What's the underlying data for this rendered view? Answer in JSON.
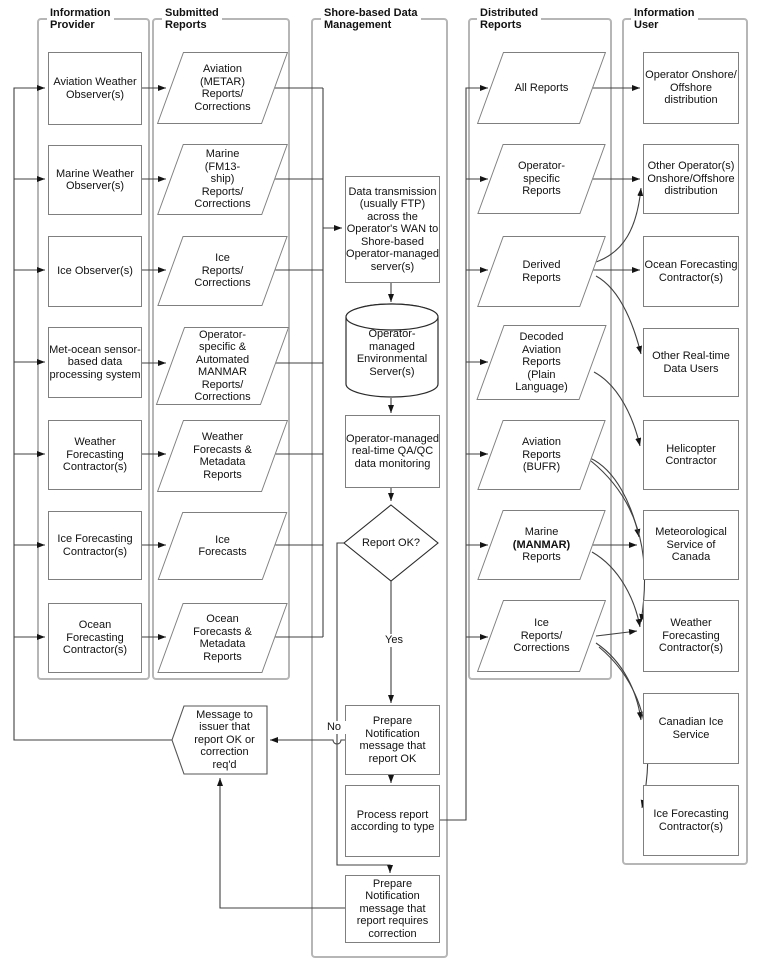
{
  "colors": {
    "line": "#404040",
    "frame_border": "#b6b6b6",
    "node_border": "#7f7f7f",
    "text": "#111111"
  },
  "groups": {
    "provider": "Information\nProvider",
    "submitted": "Submitted\nReports",
    "shore": "Shore-based Data\nManagement",
    "distributed": "Distributed\nReports",
    "user": "Information\nUser"
  },
  "providers": {
    "aviation_observer": "Aviation Weather\nObserver(s)",
    "marine_observer": "Marine Weather\nObserver(s)",
    "ice_observer": "Ice Observer(s)",
    "metocean_system": "Met-ocean sensor-\nbased data\nprocessing system",
    "weather_contractor": "Weather\nForecasting\nContractor(s)",
    "ice_contractor": "Ice Forecasting\nContractor(s)",
    "ocean_contractor": "Ocean Forecasting\nContractor(s)"
  },
  "submitted": {
    "aviation": "Aviation\n(METAR)\nReports/\nCorrections",
    "marine": "Marine\n(FM13-\nship)\nReports/\nCorrections",
    "ice": "Ice\nReports/\nCorrections",
    "manmar": "Operator-\nspecific &\nAutomated\nMANMAR\nReports/\nCorrections",
    "weather_fc": "Weather\nForecasts &\nMetadata\nReports",
    "ice_fc": "Ice\nForecasts",
    "ocean_fc": "Ocean\nForecasts &\nMetadata\nReports"
  },
  "shore": {
    "transmission": "Data transmission\n(usually FTP)\nacross the\nOperator's WAN to\nShore-based\nOperator-managed\nserver(s)",
    "server": "Operator-\nmanaged\nEnvironmental\nServer(s)",
    "qaqc": "Operator-managed\nreal-time QA/QC\ndata monitoring",
    "decision": "Report OK?",
    "yes": "Yes",
    "no": "No",
    "prepare_ok": "Prepare\nNotification\nmessage that\nreport OK",
    "process": "Process report\naccording to type",
    "prepare_correction": "Prepare\nNotification\nmessage that\nreport requires\ncorrection"
  },
  "feedback": {
    "message_to_issuer": "Message to\nissuer that\nreport OK or\ncorrection\nreq'd"
  },
  "distributed": {
    "all": "All Reports",
    "operator_specific": "Operator-\nspecific\nReports",
    "derived": "Derived\nReports",
    "decoded_aviation": "Decoded\nAviation\nReports\n(Plain\nLanguage)",
    "aviation_bufr": "Aviation\nReports\n(BUFR)",
    "marine_manmar": {
      "l1": "Marine",
      "l2": "(MANMAR)",
      "l3": "Reports"
    },
    "ice": "Ice\nReports/\nCorrections"
  },
  "users": {
    "operator_dist": "Operator Onshore/\nOffshore\ndistribution",
    "other_operator": "Other Operator(s)\nOnshore/Offshore\ndistribution",
    "ocean_contractor": "Ocean Forecasting\nContractor(s)",
    "realtime_users": "Other Real-time\nData Users",
    "helicopter": "Helicopter\nContractor",
    "msc": "Meteorological\nService of\nCanada",
    "weather_contractor": "Weather\nForecasting\nContractor(s)",
    "cis": "Canadian Ice\nService",
    "ice_contractor": "Ice Forecasting\nContractor(s)"
  }
}
